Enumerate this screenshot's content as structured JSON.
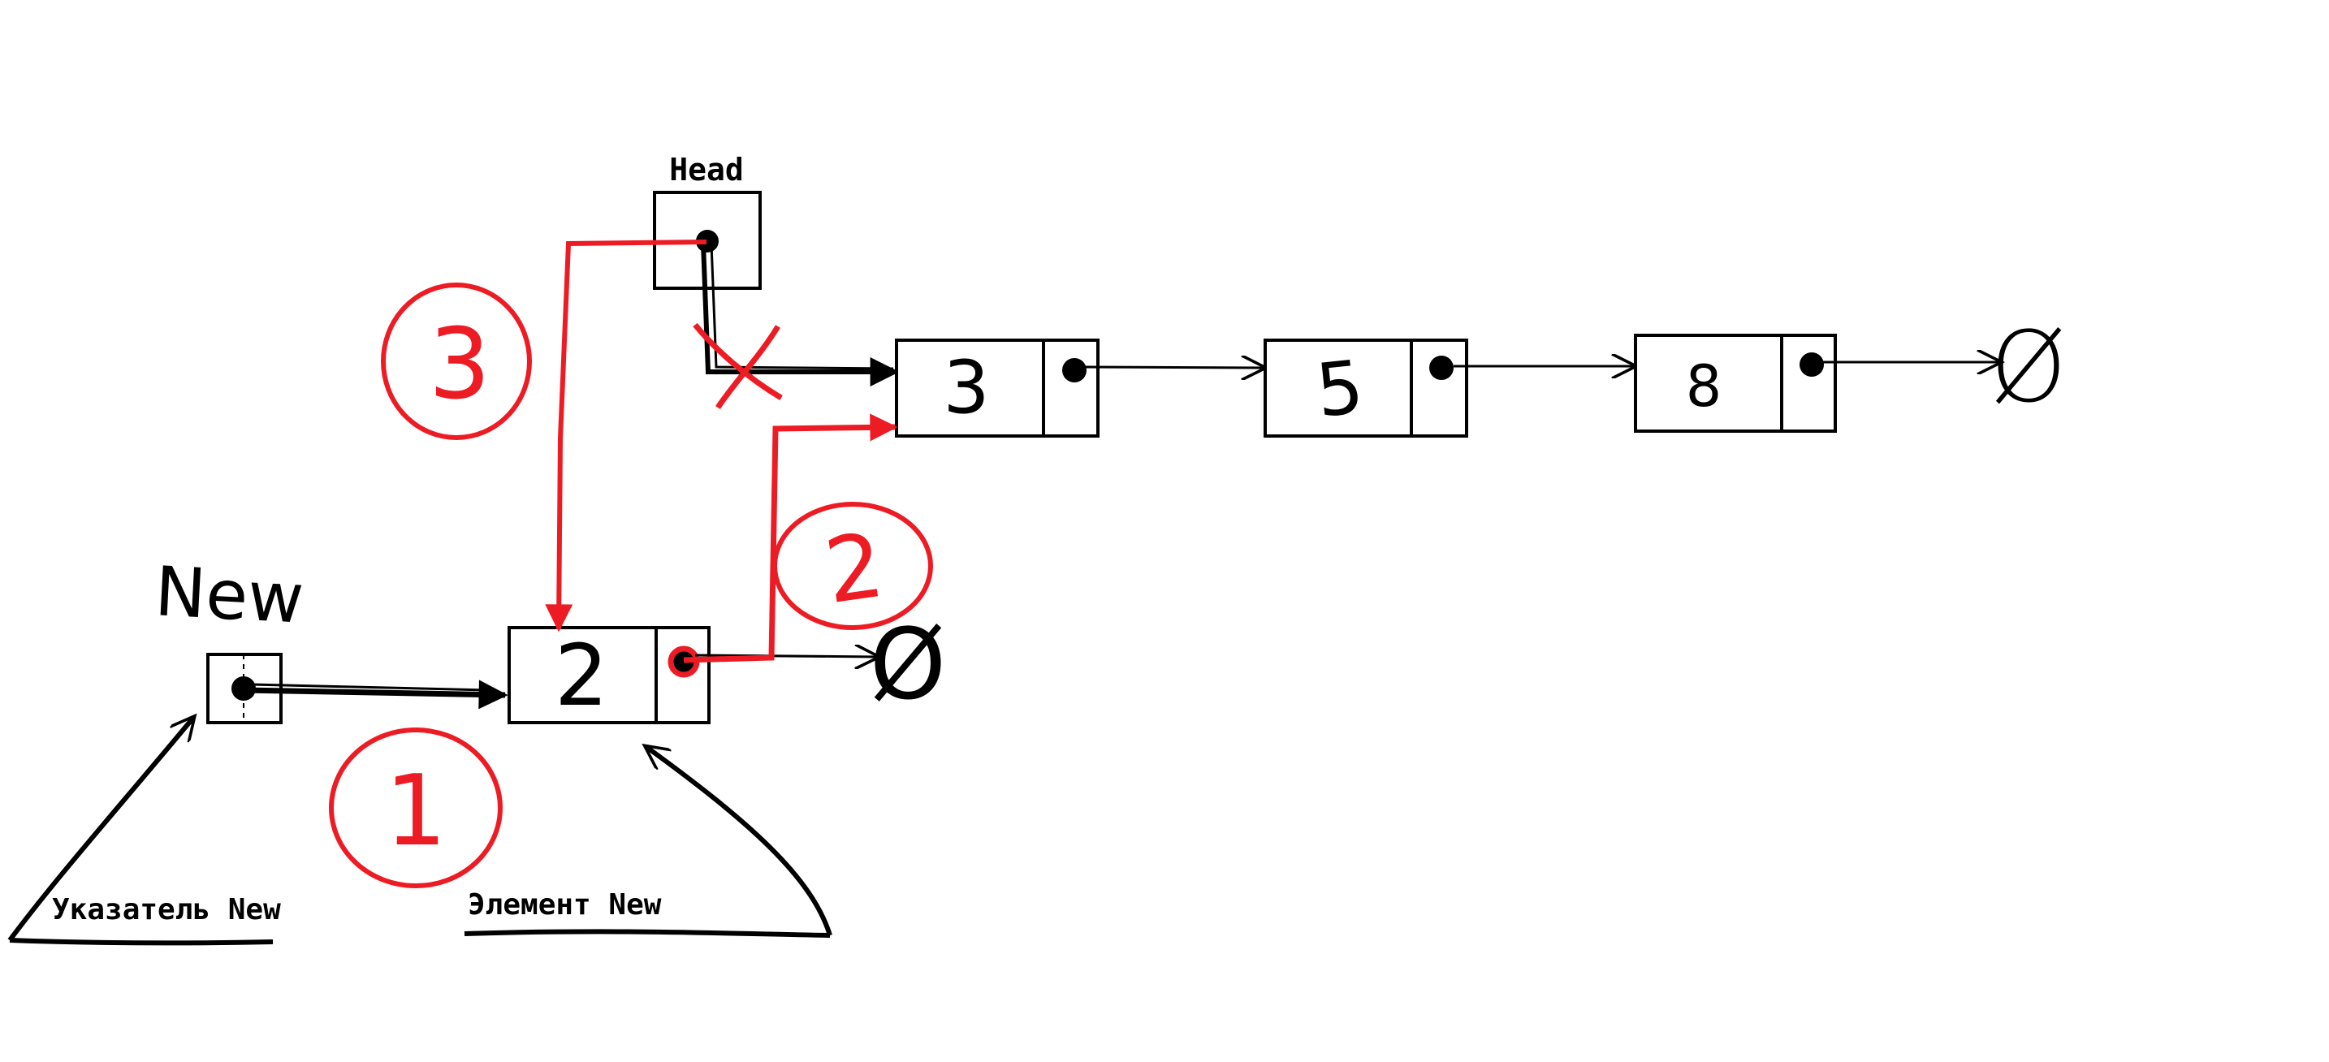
{
  "labels": {
    "head": "Head",
    "new_pointer": "New",
    "pointer_caption": "Указатель New",
    "element_caption": "Элемент New",
    "null_symbol": "Ø"
  },
  "steps": [
    "1",
    "2",
    "3"
  ],
  "nodes": [
    {
      "name": "node-new",
      "value": "2"
    },
    {
      "name": "node-3",
      "value": "3"
    },
    {
      "name": "node-5",
      "value": "5"
    },
    {
      "name": "node-8",
      "value": "8"
    }
  ],
  "colors": {
    "ink": "#000000",
    "accent": "#ed1c24",
    "background": "#ffffff"
  }
}
